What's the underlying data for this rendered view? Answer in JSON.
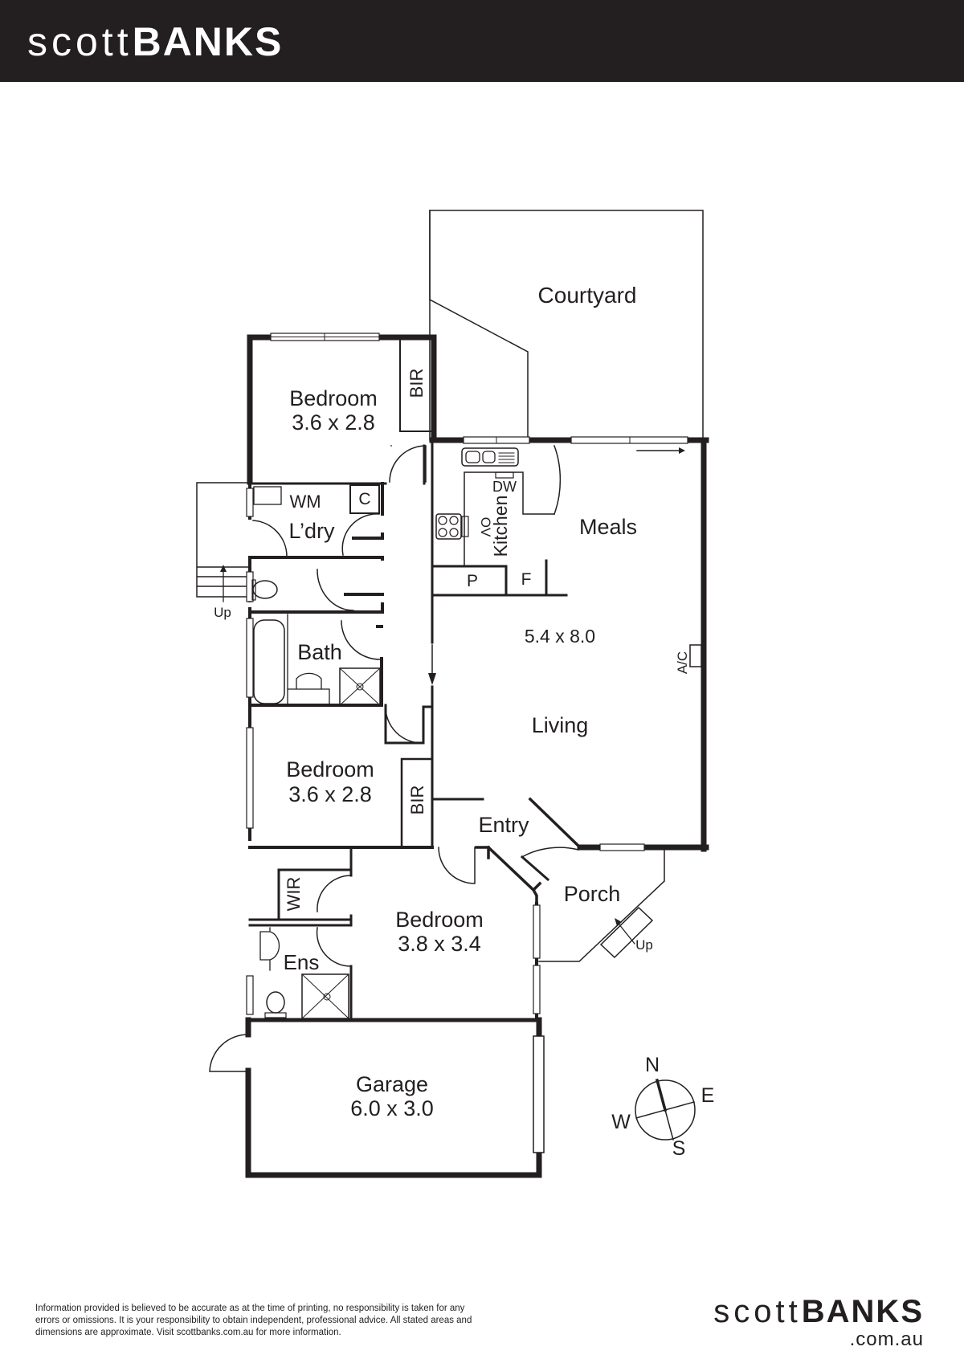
{
  "brand": {
    "name_light": "scott",
    "name_bold": "BANKS",
    "domain": ".com.au",
    "header_bg": "#231f20"
  },
  "rooms": {
    "courtyard": "Courtyard",
    "bedroom1": {
      "name": "Bedroom",
      "size": "3.6 x 2.8",
      "robe": "BIR"
    },
    "laundry": {
      "name": "L’dry",
      "wm": "WM",
      "cupboard": "C"
    },
    "stairs_up": "Up",
    "bath": "Bath",
    "kitchen": {
      "name": "Kitchen",
      "dw": "DW",
      "ov": "OV",
      "pantry": "P",
      "fridge": "F"
    },
    "meals": "Meals",
    "living": {
      "name": "Living",
      "size": "5.4 x 8.0",
      "ac": "A/C"
    },
    "bedroom2": {
      "name": "Bedroom",
      "size": "3.6 x 2.8",
      "robe": "BIR"
    },
    "entry": "Entry",
    "porch": {
      "name": "Porch",
      "up": "Up"
    },
    "bedroom3": {
      "name": "Bedroom",
      "size": "3.8 x 3.4",
      "robe": "WIR",
      "ensuite": "Ens"
    },
    "garage": {
      "name": "Garage",
      "size": "6.0 x 3.0"
    }
  },
  "compass": {
    "n": "N",
    "e": "E",
    "s": "S",
    "w": "W"
  },
  "disclaimer": "Information provided is believed to be accurate as at the time of printing, no responsibility is taken for any errors or omissions. It is your responsibility to obtain independent, professional advice. All stated areas and dimensions are approximate. Visit scottbanks.com.au for more information."
}
